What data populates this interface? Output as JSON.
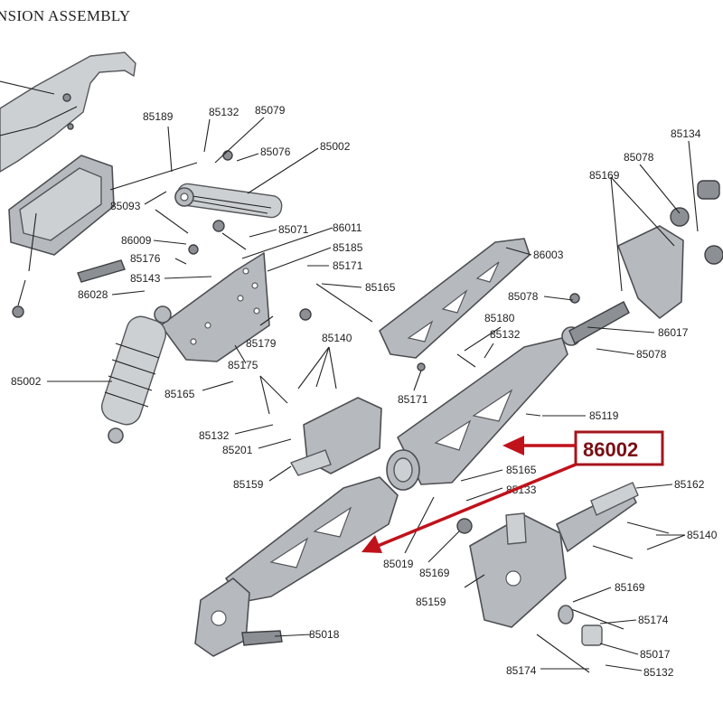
{
  "header": {
    "title": "NSION ASSEMBLY"
  },
  "callout": {
    "part_number": "86002"
  },
  "labels": [
    {
      "id": "l01",
      "text": "85189"
    },
    {
      "id": "l02",
      "text": "85132"
    },
    {
      "id": "l03",
      "text": "85079"
    },
    {
      "id": "l04",
      "text": "85076"
    },
    {
      "id": "l05",
      "text": "85002"
    },
    {
      "id": "l06",
      "text": "85093"
    },
    {
      "id": "l07",
      "text": "86009"
    },
    {
      "id": "l08",
      "text": "85176"
    },
    {
      "id": "l09",
      "text": "85143"
    },
    {
      "id": "l10",
      "text": "86028"
    },
    {
      "id": "l11",
      "text": "85071"
    },
    {
      "id": "l12",
      "text": "86011"
    },
    {
      "id": "l13",
      "text": "85185"
    },
    {
      "id": "l14",
      "text": "85171"
    },
    {
      "id": "l15",
      "text": "85165"
    },
    {
      "id": "l16",
      "text": "85002"
    },
    {
      "id": "l17",
      "text": "85179"
    },
    {
      "id": "l18",
      "text": "85175"
    },
    {
      "id": "l19",
      "text": "85165"
    },
    {
      "id": "l20",
      "text": "85140"
    },
    {
      "id": "l21",
      "text": "85132"
    },
    {
      "id": "l22",
      "text": "85201"
    },
    {
      "id": "l23",
      "text": "85159"
    },
    {
      "id": "l24",
      "text": "86003"
    },
    {
      "id": "l25",
      "text": "85078"
    },
    {
      "id": "l26",
      "text": "85180"
    },
    {
      "id": "l27",
      "text": "85132"
    },
    {
      "id": "l28",
      "text": "85171"
    },
    {
      "id": "l29",
      "text": "85119"
    },
    {
      "id": "l30",
      "text": "85165"
    },
    {
      "id": "l31",
      "text": "85133"
    },
    {
      "id": "l32",
      "text": "85019"
    },
    {
      "id": "l33",
      "text": "85169"
    },
    {
      "id": "l34",
      "text": "85159"
    },
    {
      "id": "l35",
      "text": "85018"
    },
    {
      "id": "l36",
      "text": "85134"
    },
    {
      "id": "l37",
      "text": "85078"
    },
    {
      "id": "l38",
      "text": "85169"
    },
    {
      "id": "l39",
      "text": "86017"
    },
    {
      "id": "l40",
      "text": "85078"
    },
    {
      "id": "l41",
      "text": "85162"
    },
    {
      "id": "l42",
      "text": "85140"
    },
    {
      "id": "l43",
      "text": "85169"
    },
    {
      "id": "l44",
      "text": "85174"
    },
    {
      "id": "l45",
      "text": "85017"
    },
    {
      "id": "l46",
      "text": "85174"
    },
    {
      "id": "l47",
      "text": "85132"
    }
  ]
}
